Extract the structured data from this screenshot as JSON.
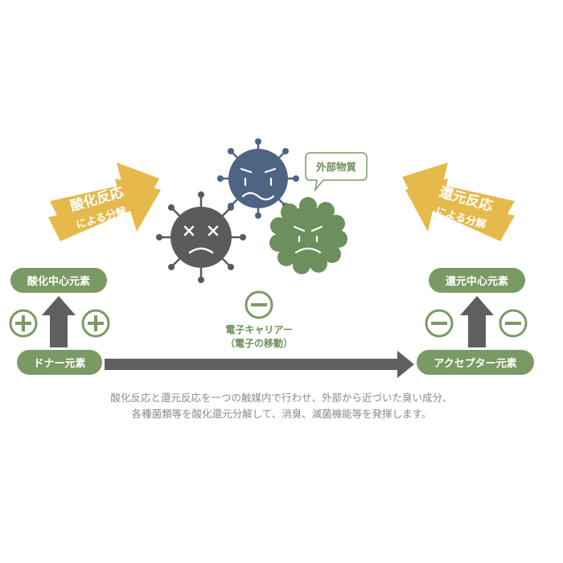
{
  "colors": {
    "green": "#7a9a64",
    "grey_arrow": "#5f5f5f",
    "gold": "#e5b94c",
    "microbe_dark": "#5b5b5b",
    "microbe_blue": "#4f6485",
    "microbe_green": "#6b8f5d"
  },
  "labels": {
    "oxidation_arrow_line1": "酸化反応",
    "oxidation_arrow_line2": "による分解",
    "reduction_arrow_line1": "還元反応",
    "reduction_arrow_line2": "による分解",
    "oxidation_center": "酸化中心元素",
    "reduction_center": "還元中心元素",
    "donor": "ドナー元素",
    "acceptor": "アクセプター元素",
    "foreign_substance": "外部物質",
    "carrier_line1": "電子キャリアー",
    "carrier_line2": "（電子の移動）",
    "plus_symbol": "+",
    "minus_symbol": "−"
  },
  "caption": {
    "line1": "酸化反応と還元反応を一つの触媒内で行わせ、外部から近づいた臭い成分、",
    "line2": "各種菌類等を酸化還元分解して、消臭、滅菌機能等を発揮します。"
  },
  "icons": {
    "microbe_left": "sad-virus-icon",
    "microbe_center": "worried-virus-icon",
    "microbe_right": "frowning-germ-icon"
  }
}
